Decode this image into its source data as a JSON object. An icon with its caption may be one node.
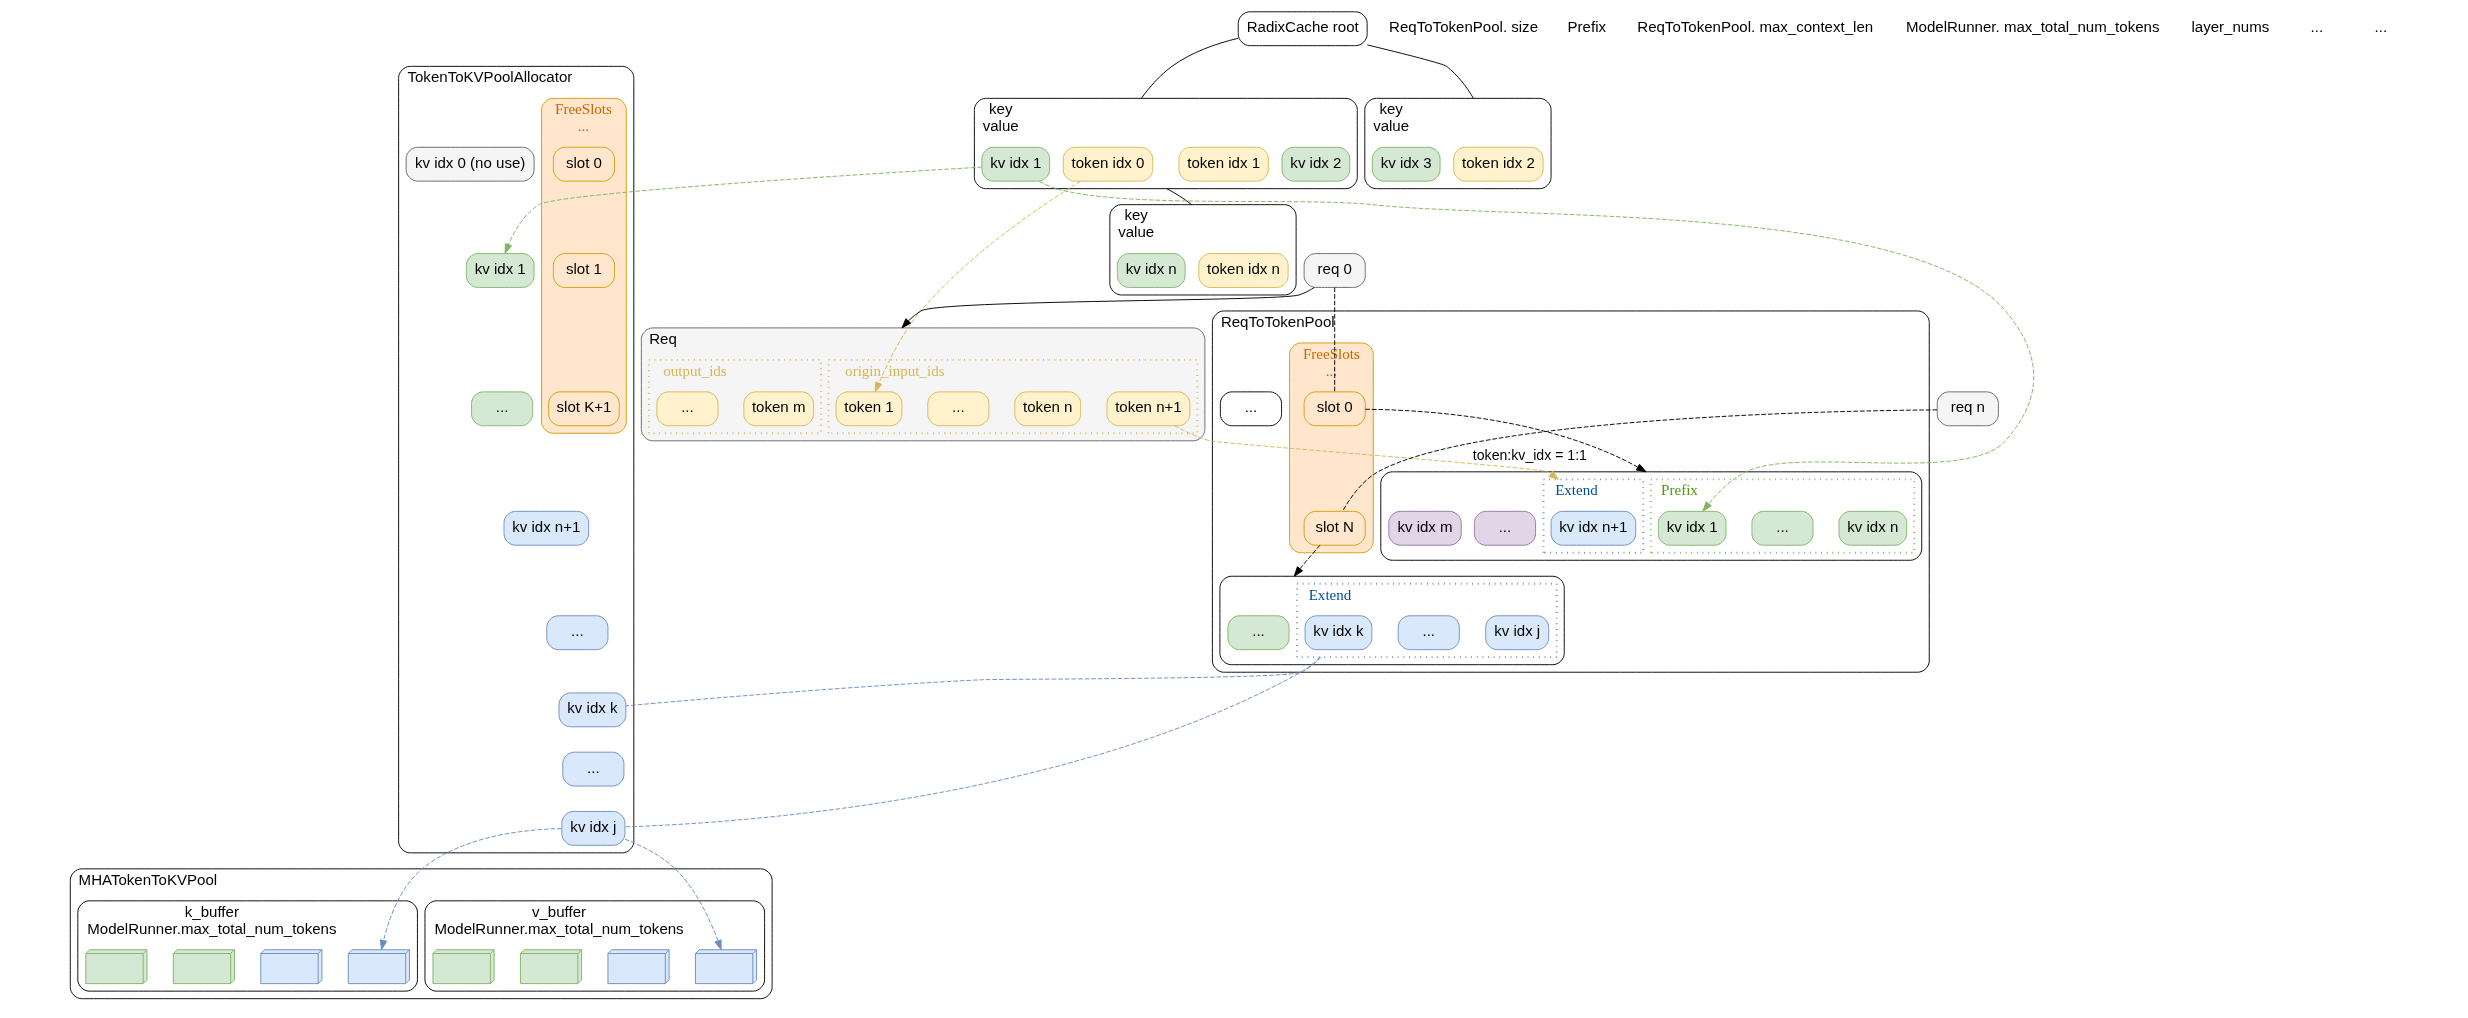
{
  "diagram": {
    "nodes": [
      {
        "text": [
          "Req"
        ]
      },
      {
        "text": [
          "origin_input_ids"
        ],
        "in": 0
      },
      {
        "text": [
          "token 1"
        ],
        "in": 1
      },
      {
        "text": [
          "..."
        ],
        "in": 1
      },
      {
        "text": [
          "token n"
        ],
        "in": 1
      },
      {
        "text": [
          "token n+1"
        ],
        "in": 1
      },
      {
        "text": [
          "output_ids"
        ],
        "in": 0
      },
      {
        "text": [
          "..."
        ],
        "in": 6
      },
      {
        "text": [
          "token m"
        ],
        "in": 6
      },
      {
        "text": [
          "RadixCache root"
        ]
      },
      {
        "text": [
          "key",
          "value"
        ]
      },
      {
        "text": [
          "token idx 0"
        ],
        "in": 10
      },
      {
        "text": [
          "token idx 1"
        ],
        "in": 10
      },
      {
        "text": [
          "kv idx 1"
        ],
        "in": 10
      },
      {
        "text": [
          "kv idx 2"
        ],
        "in": 10
      },
      {
        "text": [
          "key",
          "value"
        ]
      },
      {
        "text": [
          "token idx 2"
        ],
        "in": 15
      },
      {
        "text": [
          "kv idx 3"
        ],
        "in": 15
      },
      {
        "text": [
          "key",
          "value"
        ]
      },
      {
        "text": [
          "token idx n"
        ],
        "in": 18
      },
      {
        "text": [
          "kv idx n"
        ],
        "in": 18
      },
      {
        "text": [
          "TokenToKVPoolAllocator"
        ]
      },
      {
        "text": [
          "FreeSlots",
          "..."
        ],
        "in": 21
      },
      {
        "text": [
          "slot 0"
        ],
        "in": 22
      },
      {
        "text": [
          "slot 1"
        ],
        "in": 22
      },
      {
        "text": [
          "slot K+1"
        ],
        "in": 22
      },
      {
        "text": [
          "kv idx 0 (no use)"
        ],
        "in": 21
      },
      {
        "text": [
          "kv idx 1"
        ],
        "in": 21
      },
      {
        "text": [
          "..."
        ],
        "in": 21
      },
      {
        "text": [
          "kv idx n+1"
        ],
        "in": 21
      },
      {
        "text": [
          "..."
        ],
        "in": 21
      },
      {
        "text": [
          "kv idx k"
        ],
        "in": 21
      },
      {
        "text": [
          "..."
        ],
        "in": 21
      },
      {
        "text": [
          "kv idx j"
        ],
        "in": 21
      },
      {
        "text": [
          "req 0"
        ]
      },
      {
        "text": [
          "req n"
        ]
      },
      {
        "text": [
          "ReqToTokenPool"
        ]
      },
      {
        "text": [
          "FreeSlots",
          "..."
        ],
        "in": 36
      },
      {
        "text": [
          "slot 0"
        ],
        "in": 37
      },
      {
        "text": [
          "slot N"
        ],
        "in": 37
      },
      {
        "text": [],
        "shape": "box",
        "in": 36
      },
      {
        "text": [
          "Prefix"
        ],
        "in": 40
      },
      {
        "text": [
          "kv idx 1"
        ],
        "in": 41
      },
      {
        "text": [
          "..."
        ],
        "in": 41
      },
      {
        "text": [
          "kv idx n"
        ],
        "in": 41
      },
      {
        "text": [
          "Extend"
        ],
        "in": 40
      },
      {
        "text": [
          "kv idx n+1"
        ],
        "in": 45
      },
      {
        "text": [
          "..."
        ],
        "in": 40
      },
      {
        "text": [
          "kv idx m"
        ],
        "in": 40
      },
      {
        "text": [
          "..."
        ],
        "in": 36
      },
      {
        "text": [],
        "shape": "box",
        "in": 36
      },
      {
        "text": [
          "..."
        ],
        "in": 50
      },
      {
        "text": [
          "Extend"
        ],
        "in": 50
      },
      {
        "text": [
          "kv idx k"
        ],
        "in": 52
      },
      {
        "text": [
          "..."
        ],
        "in": 52
      },
      {
        "text": [
          "kv idx j"
        ],
        "in": 52
      },
      {
        "text": [
          "MHATokenToKVPool"
        ]
      },
      {
        "text": [
          "k_buffer",
          "ModelRunner.max_total_num_tokens"
        ],
        "in": 56
      },
      {
        "text": [],
        "shape": "cube",
        "in": 57
      },
      {
        "text": [],
        "shape": "cube",
        "in": 57
      },
      {
        "text": [],
        "shape": "cube",
        "in": 57
      },
      {
        "text": [],
        "shape": "cube",
        "in": 57
      },
      {
        "text": [
          "v_buffer",
          "ModelRunner.max_total_num_tokens"
        ],
        "in": 56
      },
      {
        "text": [],
        "shape": "cube",
        "in": 62
      },
      {
        "text": [],
        "shape": "cube",
        "in": 62
      },
      {
        "text": [],
        "shape": "cube",
        "in": 62
      },
      {
        "text": [],
        "shape": "cube",
        "in": 62
      }
    ],
    "edges": [
      {
        "from": 34,
        "to": 0,
        "arrow": "to"
      },
      {
        "from": 34,
        "to": 38,
        "arrow": "none",
        "style": "dashed"
      },
      {
        "from": 38,
        "to": 40,
        "arrow": "to",
        "style": "dashed"
      },
      {
        "from": 35,
        "to": 39,
        "arrow": "none",
        "style": "dashed"
      },
      {
        "from": 39,
        "to": 50,
        "arrow": "to",
        "style": "dashed"
      },
      {
        "from": 11,
        "to": 2,
        "arrow": "to",
        "style": "dashed",
        "color": "#d6b656"
      },
      {
        "from": 5,
        "to": 45,
        "label": "token:kv_idx = 1:1",
        "arrow": "to",
        "style": "dashed",
        "color": "#d6b656"
      },
      {
        "from": 9,
        "to": 10,
        "arrow": "none"
      },
      {
        "from": 9,
        "to": 15,
        "arrow": "none"
      },
      {
        "from": 10,
        "to": 18,
        "arrow": "none"
      },
      {
        "from": 13,
        "to": 42,
        "arrow": "to",
        "style": "dashed",
        "color": "#82b366"
      },
      {
        "from": 13,
        "to": 27,
        "arrow": "to",
        "style": "dashed",
        "color": "#82b366"
      },
      {
        "from": 52,
        "to": 31,
        "arrow": "none",
        "style": "dashed",
        "color": "#6c8ebf"
      },
      {
        "from": 52,
        "to": 33,
        "arrow": "none",
        "style": "dashed",
        "color": "#6c8ebf"
      },
      {
        "from": 33,
        "to": 61,
        "arrow": "to",
        "style": "dashed",
        "color": "#6c8ebf"
      },
      {
        "from": 33,
        "to": 66,
        "arrow": "to",
        "style": "dashed",
        "color": "#6c8ebf"
      }
    ],
    "labels": [
      "ReqToTokenPool. size",
      "Prefix",
      "ReqToTokenPool. max_context_len",
      "ModelRunner. max_total_num_tokens",
      "layer_nums",
      "...",
      "..."
    ]
  }
}
